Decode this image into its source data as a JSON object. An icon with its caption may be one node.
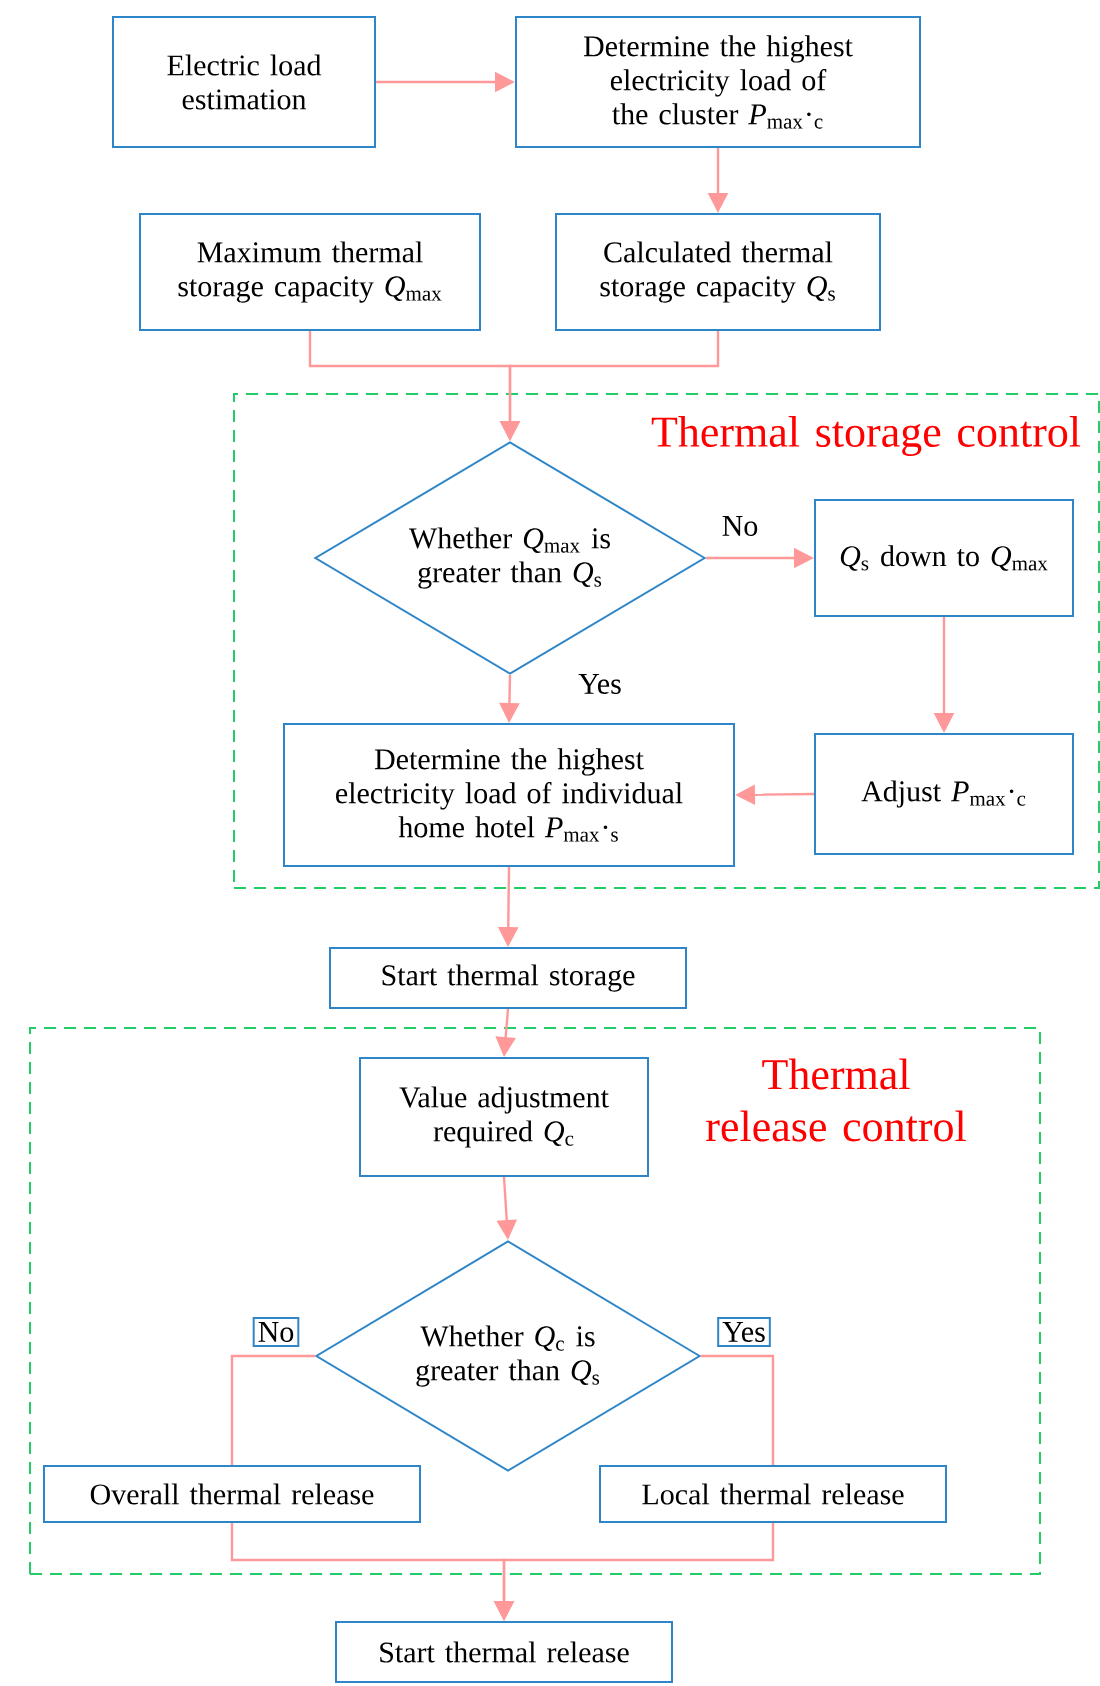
{
  "diagram": {
    "nodes": [
      {
        "text": [
          "Electric load estimation"
        ]
      },
      {
        "text": [
          "Determine the highest electricity load of the cluster *P*$_{max}$·$_{c}$"
        ]
      },
      {
        "text": [
          "Maximum thermal storage capacity *Q*$_{max}$"
        ]
      },
      {
        "text": [
          "Calculated thermal storage capacity *Q*$_{s}$"
        ]
      },
      {
        "text": [
          "Thermal storage control"
        ]
      },
      {
        "text": [
          "Whether *Q*$_{max}$ is greater than *Q*$_{s}$"
        ],
        "in": 4
      },
      {
        "text": [
          "*Q*$_{s}$ down to *Q*$_{max}$"
        ],
        "in": 4
      },
      {
        "text": [
          "Determine the highest electricity load of individual home hotel *P*$_{max}$·$_{s}$"
        ],
        "in": 4
      },
      {
        "text": [
          "Adjust *P*$_{max}$·$_{c}$"
        ],
        "in": 4
      },
      {
        "text": [
          "Start thermal storage"
        ]
      },
      {
        "text": [
          "Thermal release control"
        ]
      },
      {
        "text": [
          "Value adjustment required *Q*$_{c}$"
        ],
        "in": 10
      },
      {
        "text": [
          "Whether *Q*$_{c}$ is greater than *Q*$_{s}$"
        ],
        "in": 10
      },
      {
        "text": [
          "Overall thermal release"
        ],
        "in": 10
      },
      {
        "text": [
          "Local thermal release"
        ],
        "in": 10
      },
      {
        "text": [
          "Start thermal release"
        ]
      }
    ],
    "edges": [
      {
        "from": 0,
        "to": 1,
        "arrow": "to"
      },
      {
        "from": 1,
        "to": 3,
        "arrow": "to"
      },
      {
        "from": 2,
        "to": 5,
        "arrow": "to"
      },
      {
        "from": 3,
        "to": 5,
        "arrow": "to"
      },
      {
        "from": 5,
        "to": 6,
        "arrow": "to",
        "label": "No"
      },
      {
        "from": 5,
        "to": 7,
        "arrow": "to",
        "label": "Yes"
      },
      {
        "from": 6,
        "to": 8,
        "arrow": "to"
      },
      {
        "from": 8,
        "to": 7,
        "arrow": "to"
      },
      {
        "from": 7,
        "to": 9,
        "arrow": "to"
      },
      {
        "from": 9,
        "to": 11,
        "arrow": "to"
      },
      {
        "from": 11,
        "to": 12,
        "arrow": "to"
      },
      {
        "from": 12,
        "to": 13,
        "arrow": "none",
        "label": "No"
      },
      {
        "from": 12,
        "to": 14,
        "arrow": "none",
        "label": "Yes"
      },
      {
        "from": 13,
        "to": 15,
        "arrow": "to"
      },
      {
        "from": 14,
        "to": 15,
        "arrow": "to"
      }
    ]
  }
}
